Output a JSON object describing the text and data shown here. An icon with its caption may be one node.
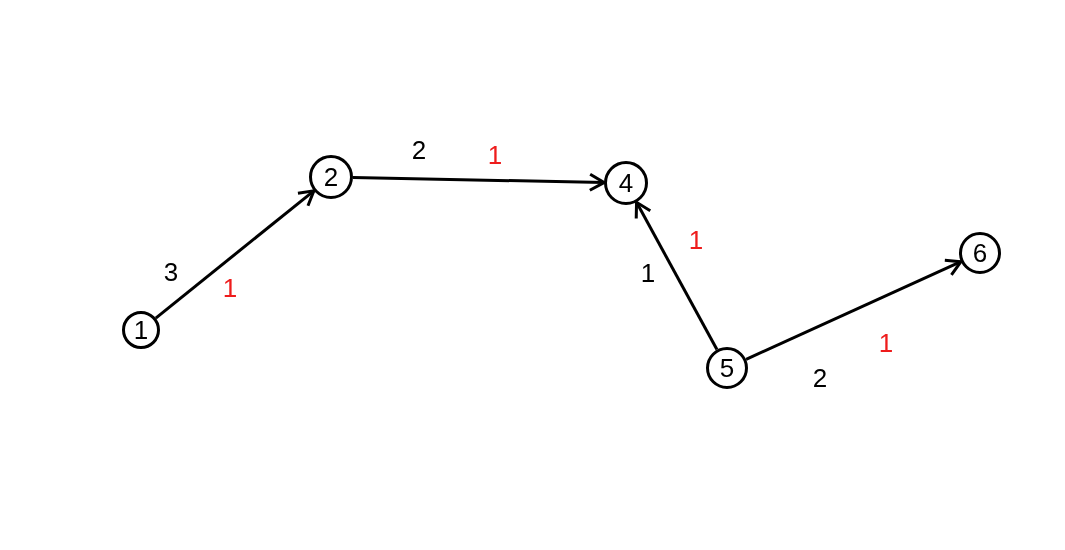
{
  "diagram": {
    "nodes": [
      {
        "text": [
          "1"
        ]
      },
      {
        "text": [
          "2"
        ]
      },
      {
        "text": [
          "4"
        ]
      },
      {
        "text": [
          "5"
        ]
      },
      {
        "text": [
          "6"
        ]
      }
    ],
    "edges": [
      {
        "from": 0,
        "to": 1,
        "arrow": "to",
        "label": "3"
      },
      {
        "from": 1,
        "to": 2,
        "arrow": "to",
        "label": "2"
      },
      {
        "from": 3,
        "to": 2,
        "arrow": "to",
        "label": "1"
      },
      {
        "from": 3,
        "to": 4,
        "arrow": "to",
        "label": "2"
      }
    ],
    "labels": [
      "1",
      "1",
      "1",
      "1"
    ]
  }
}
